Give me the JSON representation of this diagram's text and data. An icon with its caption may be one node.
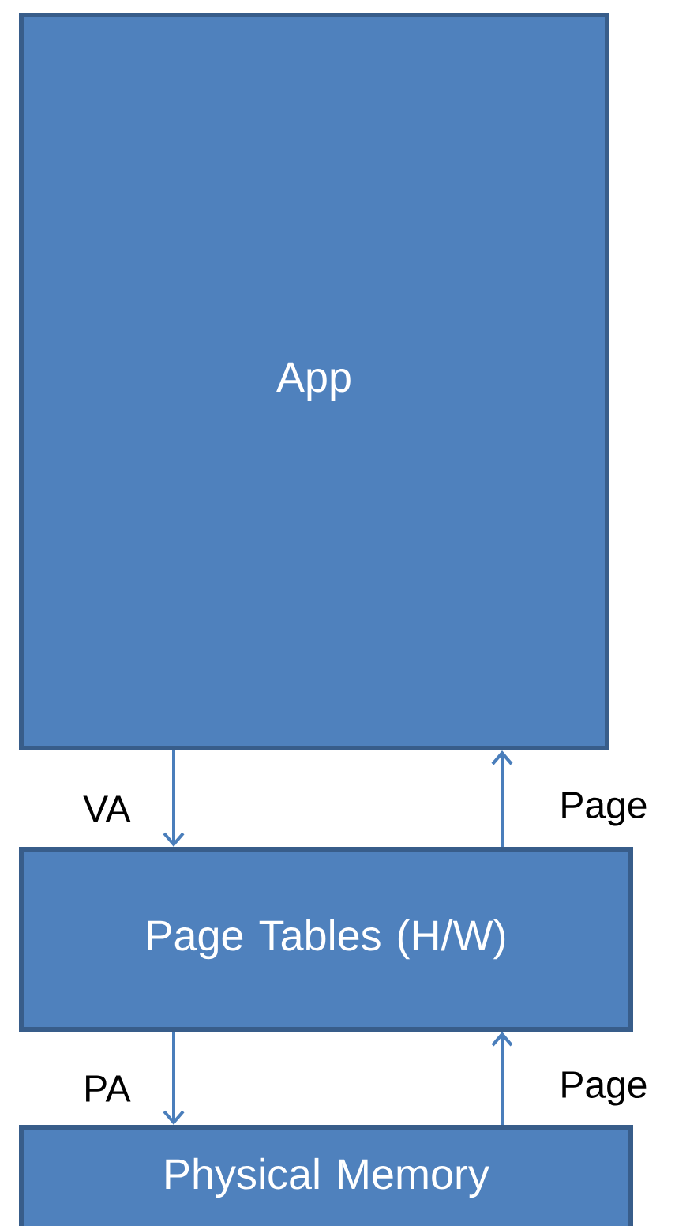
{
  "diagram": {
    "nodes": [
      {
        "text": [
          "App"
        ]
      },
      {
        "text": [
          "Page Tables (H/W)"
        ]
      },
      {
        "text": [
          "Physical Memory"
        ]
      }
    ],
    "edges": [
      {
        "from": 0,
        "to": 1,
        "arrow": "to",
        "label": "VA"
      },
      {
        "from": 1,
        "to": 0,
        "arrow": "to",
        "label": "Page"
      },
      {
        "from": 1,
        "to": 2,
        "arrow": "to",
        "label": "PA"
      },
      {
        "from": 2,
        "to": 1,
        "arrow": "to",
        "label": "Page"
      }
    ]
  }
}
